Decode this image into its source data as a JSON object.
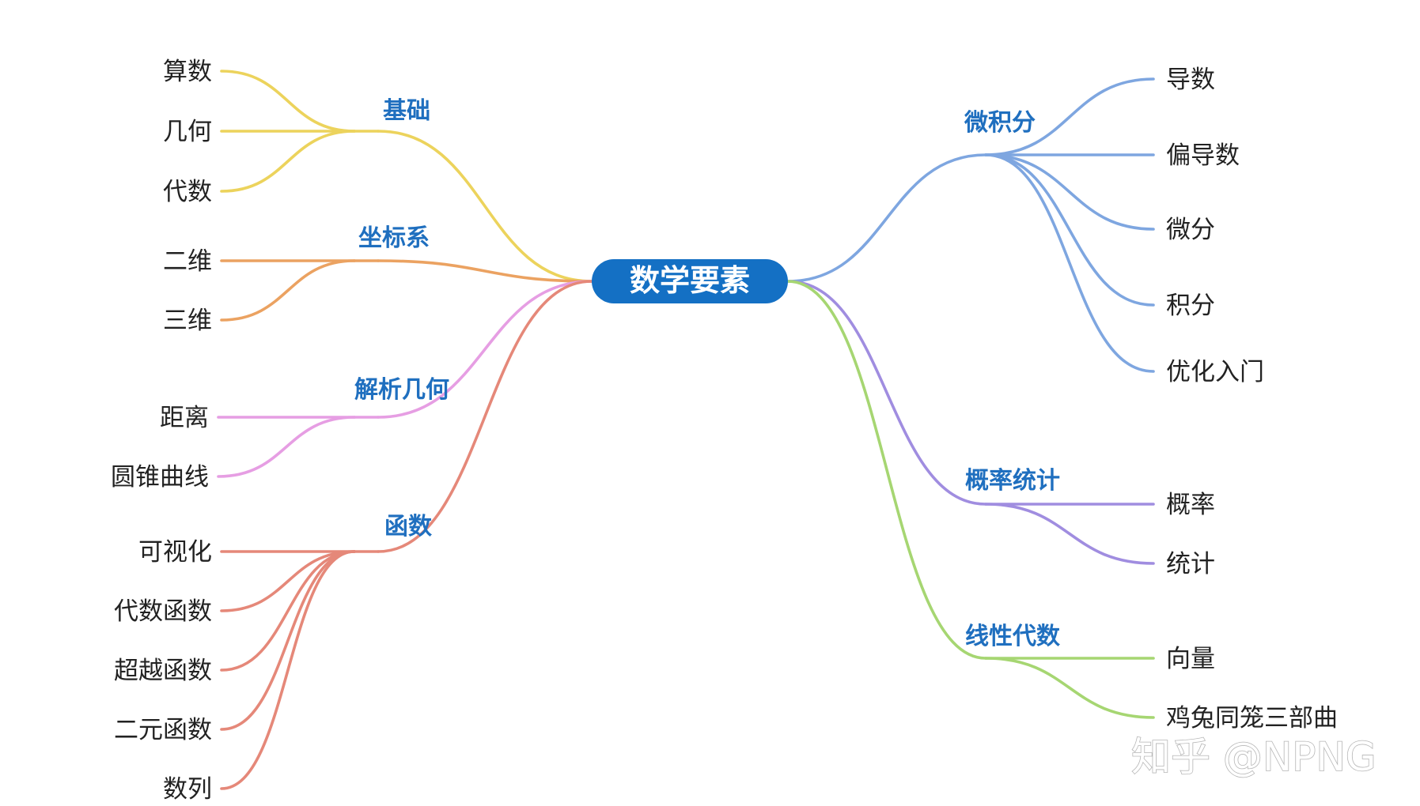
{
  "root": {
    "label": "数学要素",
    "color": "#1470c4"
  },
  "branches": [
    {
      "id": "foundation",
      "label": "基础",
      "color": "#ecd35c",
      "leaves": [
        "算数",
        "几何",
        "代数"
      ]
    },
    {
      "id": "coordinates",
      "label": "坐标系",
      "color": "#eba261",
      "leaves": [
        "二维",
        "三维"
      ]
    },
    {
      "id": "analytic-geometry",
      "label": "解析几何",
      "color": "#e69ee3",
      "leaves": [
        "距离",
        "圆锥曲线"
      ]
    },
    {
      "id": "functions",
      "label": "函数",
      "color": "#e58879",
      "leaves": [
        "可视化",
        "代数函数",
        "超越函数",
        "二元函数",
        "数列"
      ]
    },
    {
      "id": "calculus",
      "label": "微积分",
      "color": "#7ea6e0",
      "leaves": [
        "导数",
        "偏导数",
        "微分",
        "积分",
        "优化入门"
      ]
    },
    {
      "id": "probability-statistics",
      "label": "概率统计",
      "color": "#a08de0",
      "leaves": [
        "概率",
        "统计"
      ]
    },
    {
      "id": "linear-algebra",
      "label": "线性代数",
      "color": "#a6d672",
      "leaves": [
        "向量",
        "鸡兔同笼三部曲"
      ]
    }
  ],
  "watermark": {
    "text": "知乎 @NPNG"
  }
}
